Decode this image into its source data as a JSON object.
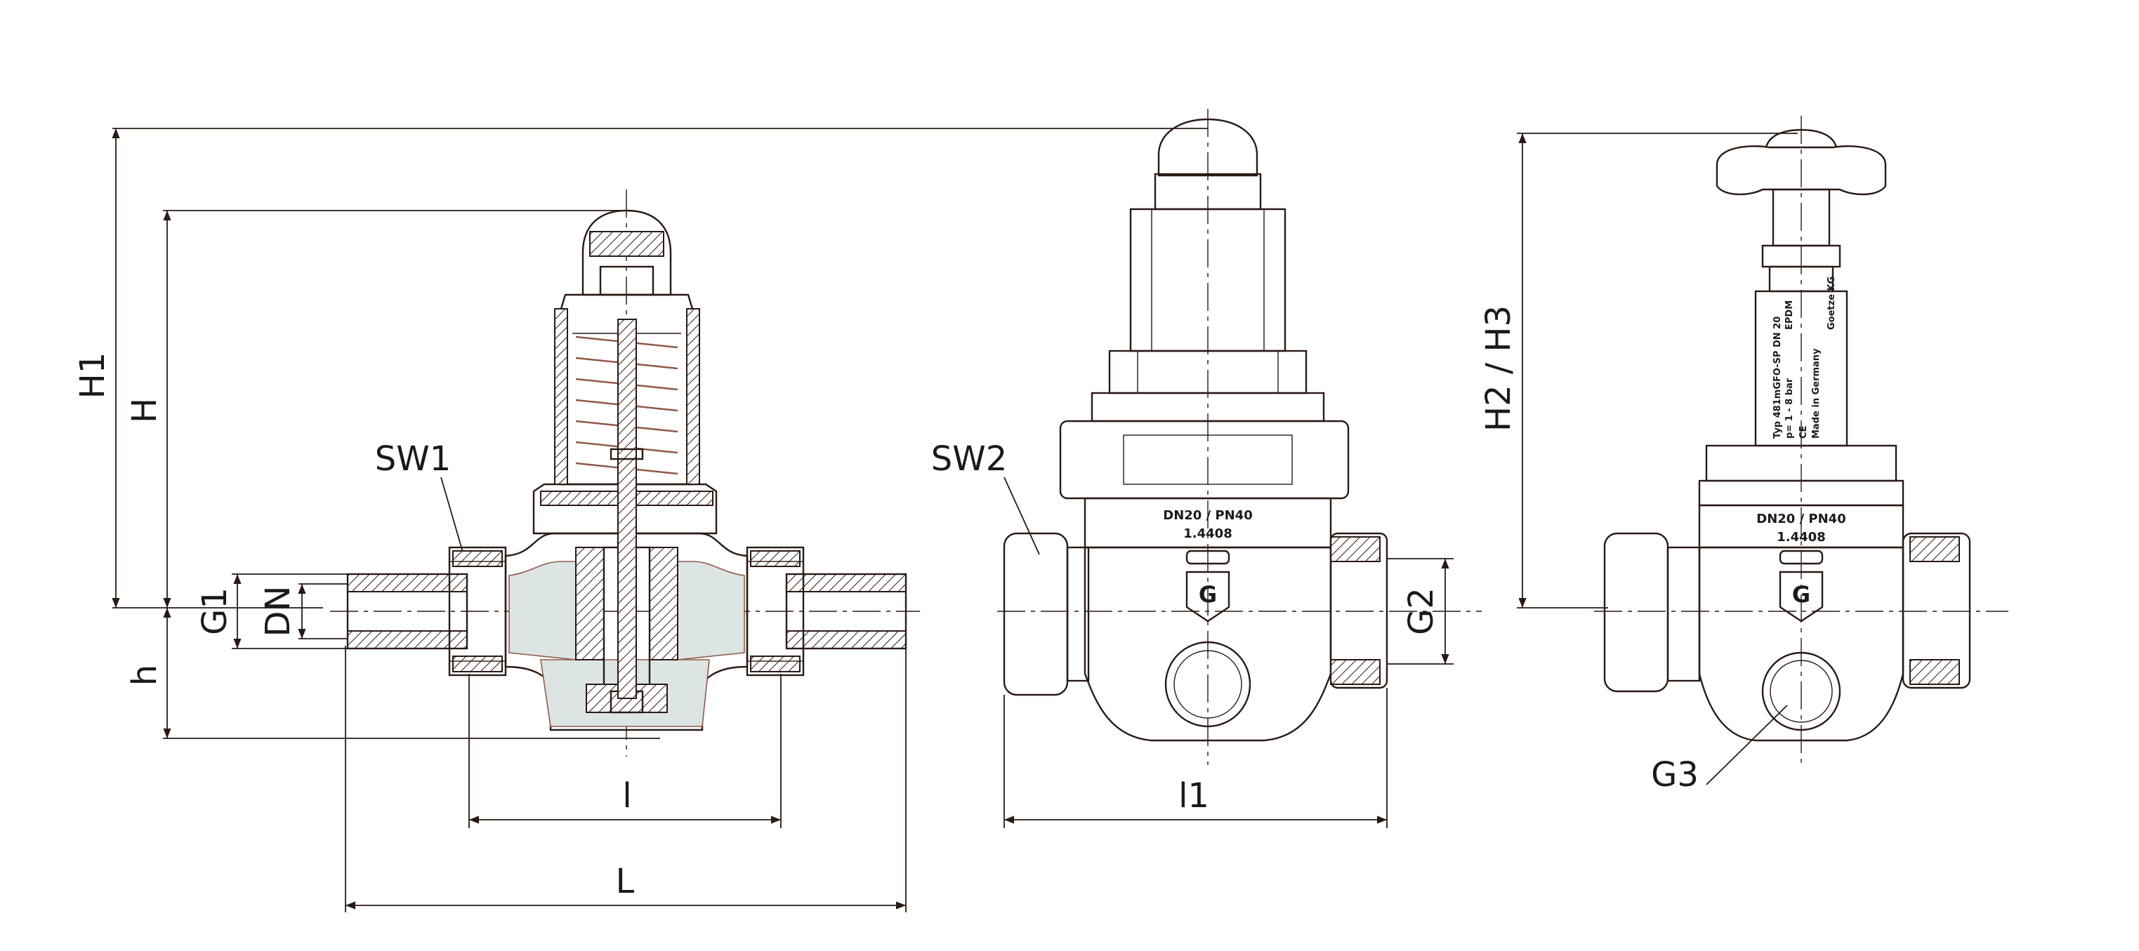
{
  "labels": {
    "H1": "H1",
    "H": "H",
    "h": "h",
    "G1": "G1",
    "DN": "DN",
    "SW1": "SW1",
    "l": "l",
    "L": "L",
    "SW2": "SW2",
    "G2": "G2",
    "l1": "l1",
    "H2H3": "H2 / H3",
    "G3": "G3"
  },
  "front_plate": {
    "line1": "DN20 / PN40",
    "line2": "1.4408"
  },
  "side_plate": {
    "line1": "DN20 / PN40",
    "line2": "1.4408"
  },
  "type_label": {
    "line1": "Typ 481mGFO-SP DN 20",
    "line2": "p= 1 - 8 bar",
    "line3": "EPDM",
    "line4": "Made in Germany",
    "line5": "Goetze KG",
    "ce": "CE"
  },
  "colors": {
    "outline": "#2a1a14",
    "hidden": "#8f5a48",
    "shade": "#dde4e4"
  }
}
